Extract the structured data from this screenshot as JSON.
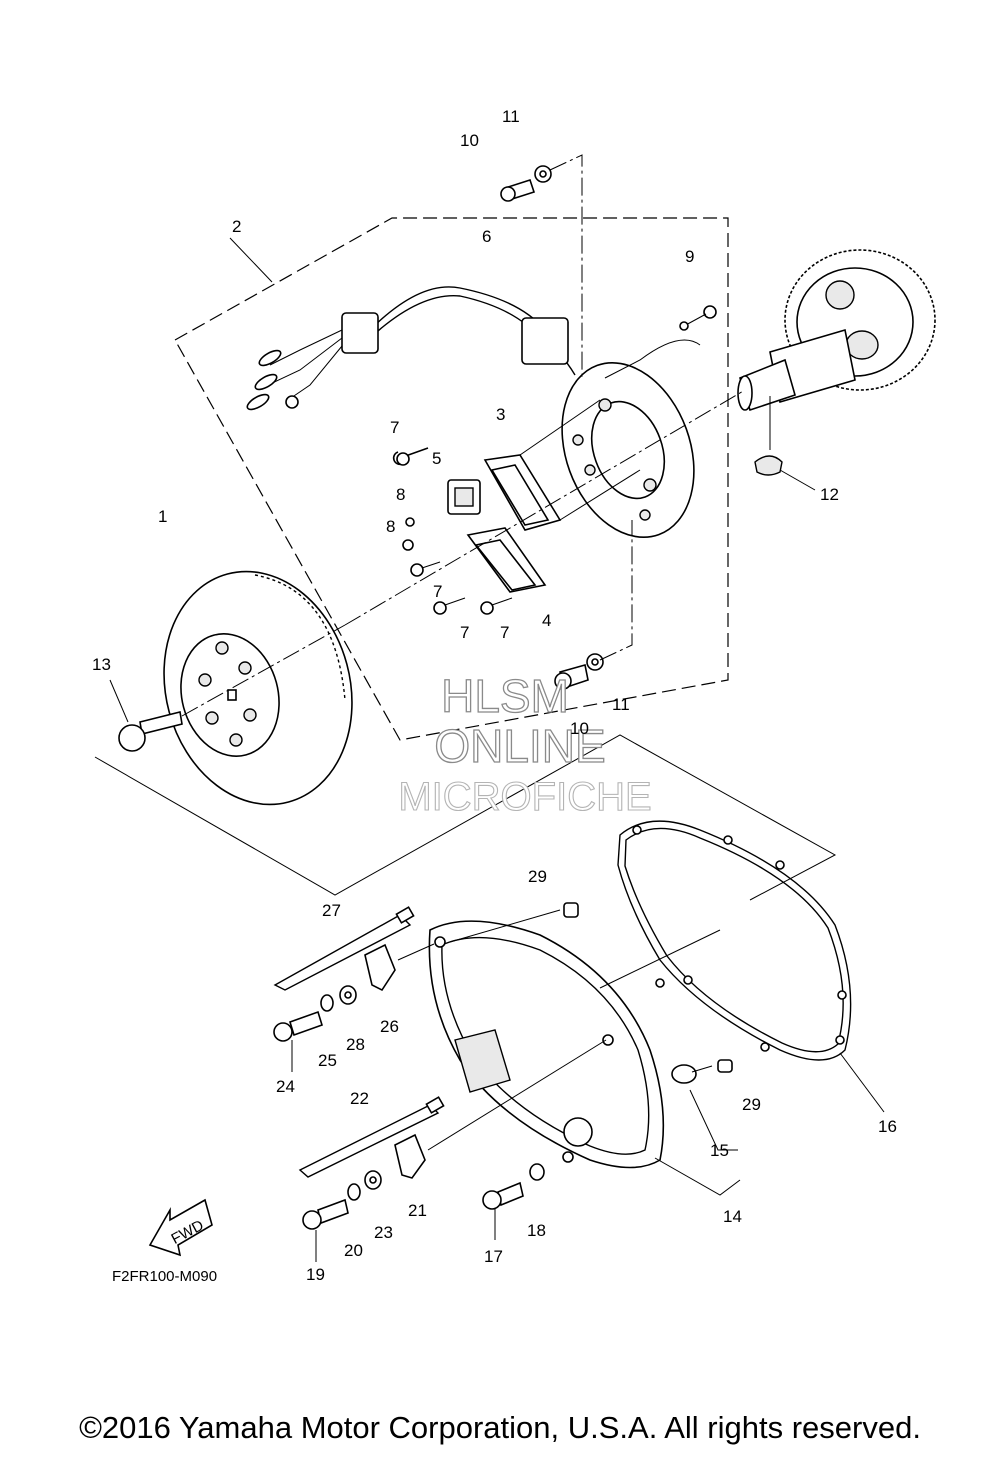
{
  "callouts": {
    "c1": "1",
    "c2": "2",
    "c3": "3",
    "c4": "4",
    "c5": "5",
    "c6": "6",
    "c7a": "7",
    "c7b": "7",
    "c7c": "7",
    "c7d": "7",
    "c8a": "8",
    "c8b": "8",
    "c9": "9",
    "c10a": "10",
    "c10b": "10",
    "c11a": "11",
    "c11b": "11",
    "c12": "12",
    "c13": "13",
    "c14": "14",
    "c15": "15",
    "c16": "16",
    "c17": "17",
    "c18": "18",
    "c19": "19",
    "c20": "20",
    "c21": "21",
    "c22": "22",
    "c23": "23",
    "c24": "24",
    "c25": "25",
    "c26": "26",
    "c27": "27",
    "c28": "28",
    "c29a": "29",
    "c29b": "29"
  },
  "watermark": {
    "line1": "HLSM",
    "line2": "ONLINE",
    "line3": "MICROFICHE"
  },
  "fwd_label": "FWD",
  "figure_code": "F2FR100-M090",
  "copyright": "©2016 Yamaha Motor Corporation, U.S.A. All rights reserved."
}
